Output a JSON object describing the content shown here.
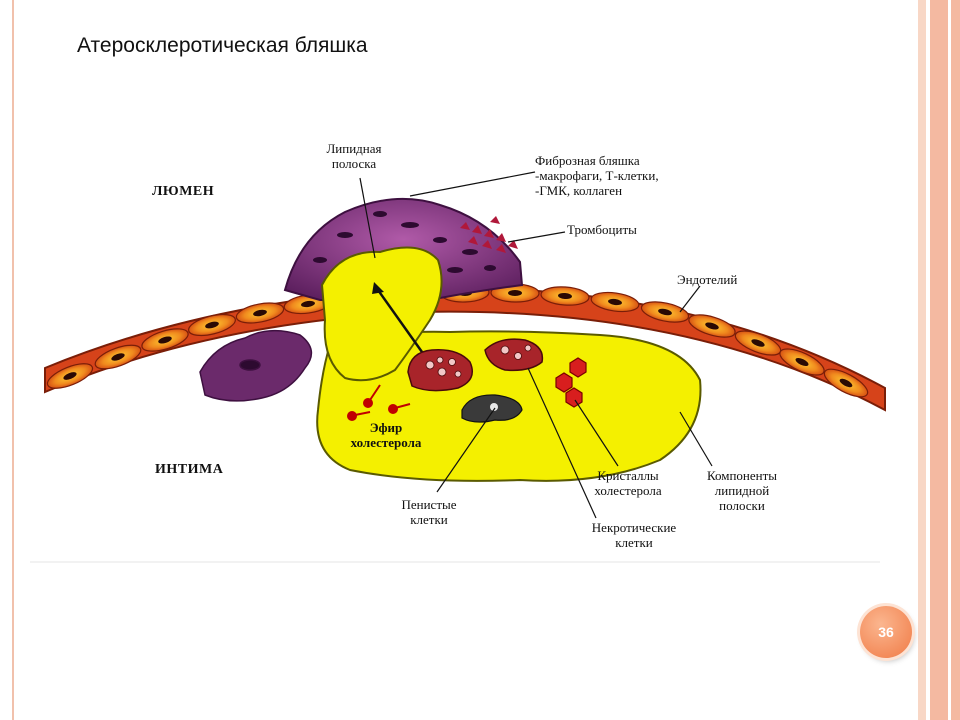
{
  "slide": {
    "title": "Атеросклеротическая бляшка",
    "page_number": "36"
  },
  "diagram": {
    "labels": {
      "lumen": "ЛЮМЕН",
      "intima": "ИНТИМА",
      "lipid_stripe": "Липидная\nполоска",
      "fibrous_plaque": "Фиброзная бляшка\n-макрофаги, Т-клетки,\n-ГМК, коллаген",
      "platelets": "Тромбоциты",
      "endothelium": "Эндотелий",
      "cholesterol_ester": "Эфир\nхолестерола",
      "foam_cells": "Пенистые\nклетки",
      "cholesterol_crystals": "Кристаллы\nхолестерола",
      "lipid_components": "Компоненты\nлипидной\nполоски",
      "necrotic_cells": "Некротические\nклетки"
    },
    "colors": {
      "endothelium": "#e0501a",
      "plaque": "#7a2e7a",
      "lipid": "#f4f000",
      "crystals": "#d81e1e",
      "badge": "#f07a45"
    }
  }
}
